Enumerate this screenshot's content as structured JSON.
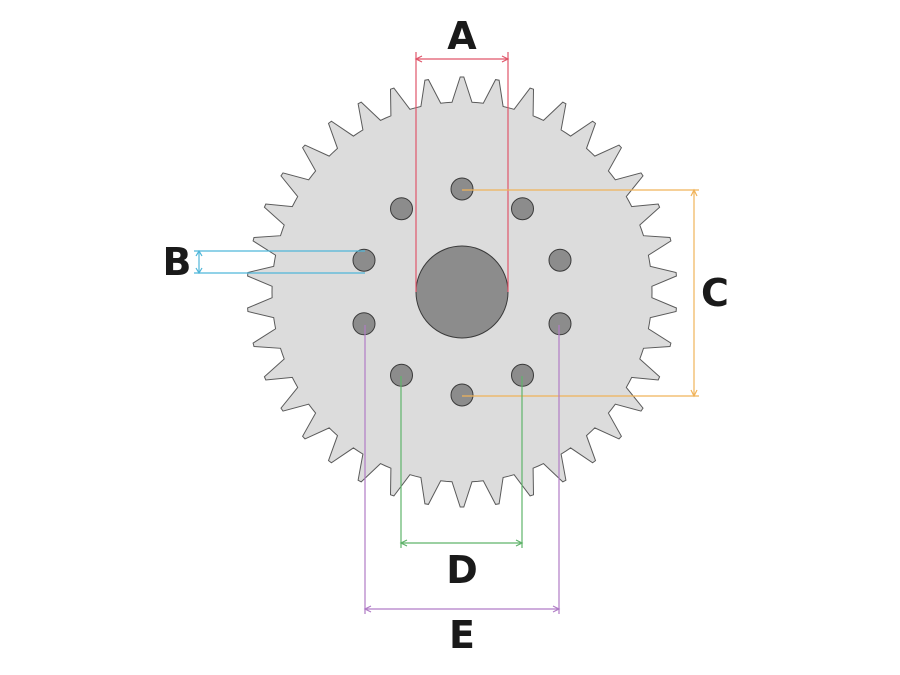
{
  "diagram": {
    "labels": {
      "a": "A",
      "b": "B",
      "c": "C",
      "d": "D",
      "e": "E"
    },
    "colors": {
      "sprocket_fill": "#dcdcdc",
      "sprocket_stroke": "#5a5a5a",
      "hole_fill": "#8c8c8c",
      "hole_stroke": "#3a3a3a",
      "dim_a": "#e0566a",
      "dim_b": "#4fb6d9",
      "dim_c": "#f0b35a",
      "dim_d": "#5fb36a",
      "dim_e": "#b07cc6"
    },
    "sprocket": {
      "teeth": 38,
      "bolt_holes": 10
    }
  }
}
